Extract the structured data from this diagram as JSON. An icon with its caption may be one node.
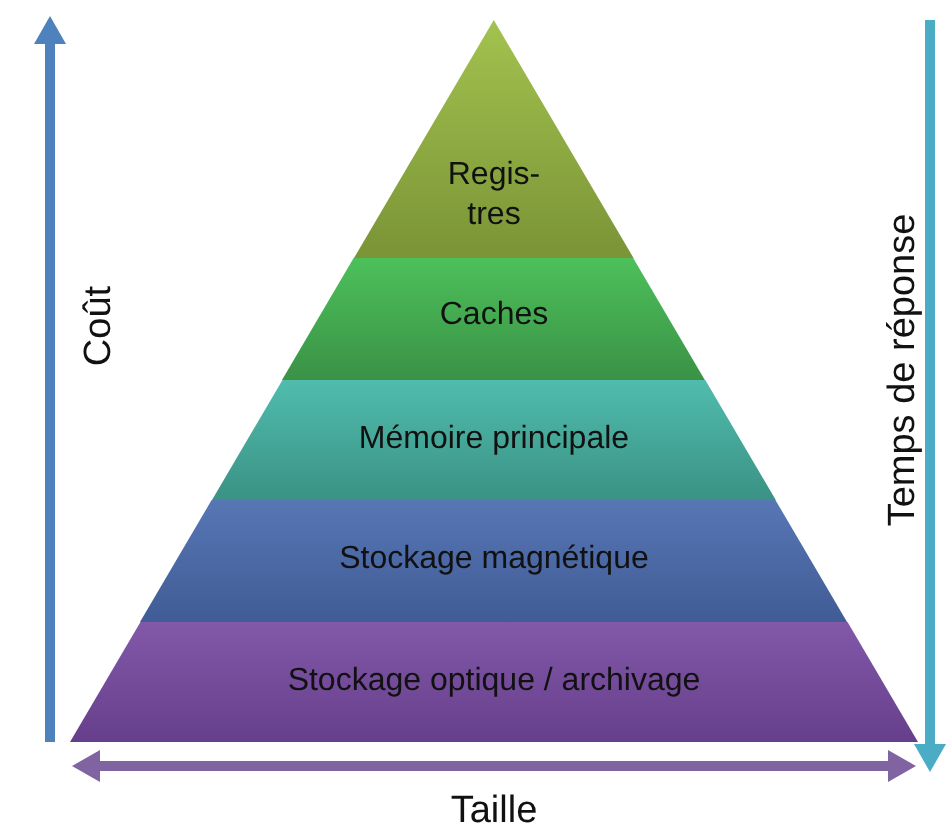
{
  "diagram": {
    "nodes": [
      {
        "text": [
          "Regis- tres"
        ]
      },
      {
        "text": [
          "Caches"
        ]
      },
      {
        "text": [
          "Mémoire principale"
        ]
      },
      {
        "text": [
          "Stockage magnétique"
        ]
      },
      {
        "text": [
          "Stockage optique / archivage"
        ]
      }
    ],
    "labels": [
      "Coût",
      "Temps de réponse",
      "Taille"
    ]
  }
}
